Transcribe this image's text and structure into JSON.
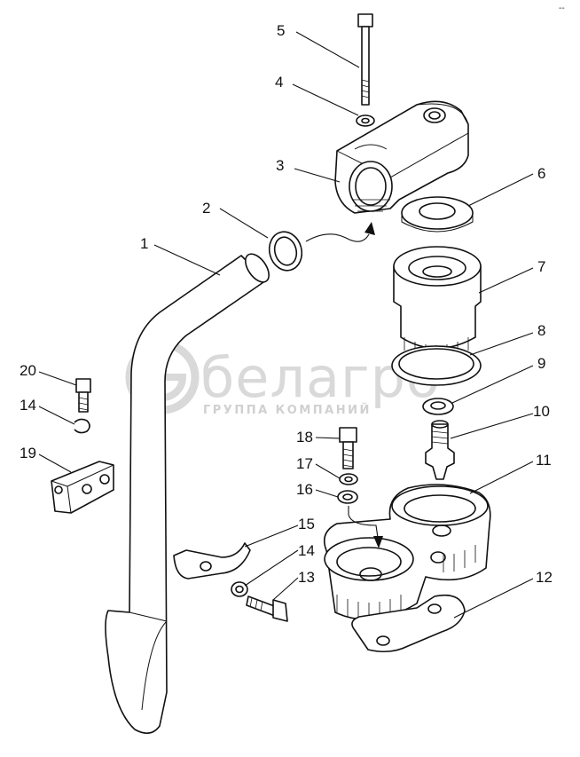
{
  "watermark": {
    "brand": "белагро",
    "subtitle": "ГРУППА КОМПАНИЙ"
  },
  "corner_mark": "--",
  "callouts": [
    {
      "id": "c1",
      "label": "1"
    },
    {
      "id": "c2",
      "label": "2"
    },
    {
      "id": "c3",
      "label": "3"
    },
    {
      "id": "c4",
      "label": "4"
    },
    {
      "id": "c5",
      "label": "5"
    },
    {
      "id": "c6",
      "label": "6"
    },
    {
      "id": "c7",
      "label": "7"
    },
    {
      "id": "c8",
      "label": "8"
    },
    {
      "id": "c9",
      "label": "9"
    },
    {
      "id": "c10",
      "label": "10"
    },
    {
      "id": "c11",
      "label": "11"
    },
    {
      "id": "c12",
      "label": "12"
    },
    {
      "id": "c13",
      "label": "13"
    },
    {
      "id": "c14a",
      "label": "14"
    },
    {
      "id": "c14b",
      "label": "14"
    },
    {
      "id": "c15",
      "label": "15"
    },
    {
      "id": "c16",
      "label": "16"
    },
    {
      "id": "c17",
      "label": "17"
    },
    {
      "id": "c18",
      "label": "18"
    },
    {
      "id": "c19",
      "label": "19"
    },
    {
      "id": "c20",
      "label": "20"
    }
  ]
}
